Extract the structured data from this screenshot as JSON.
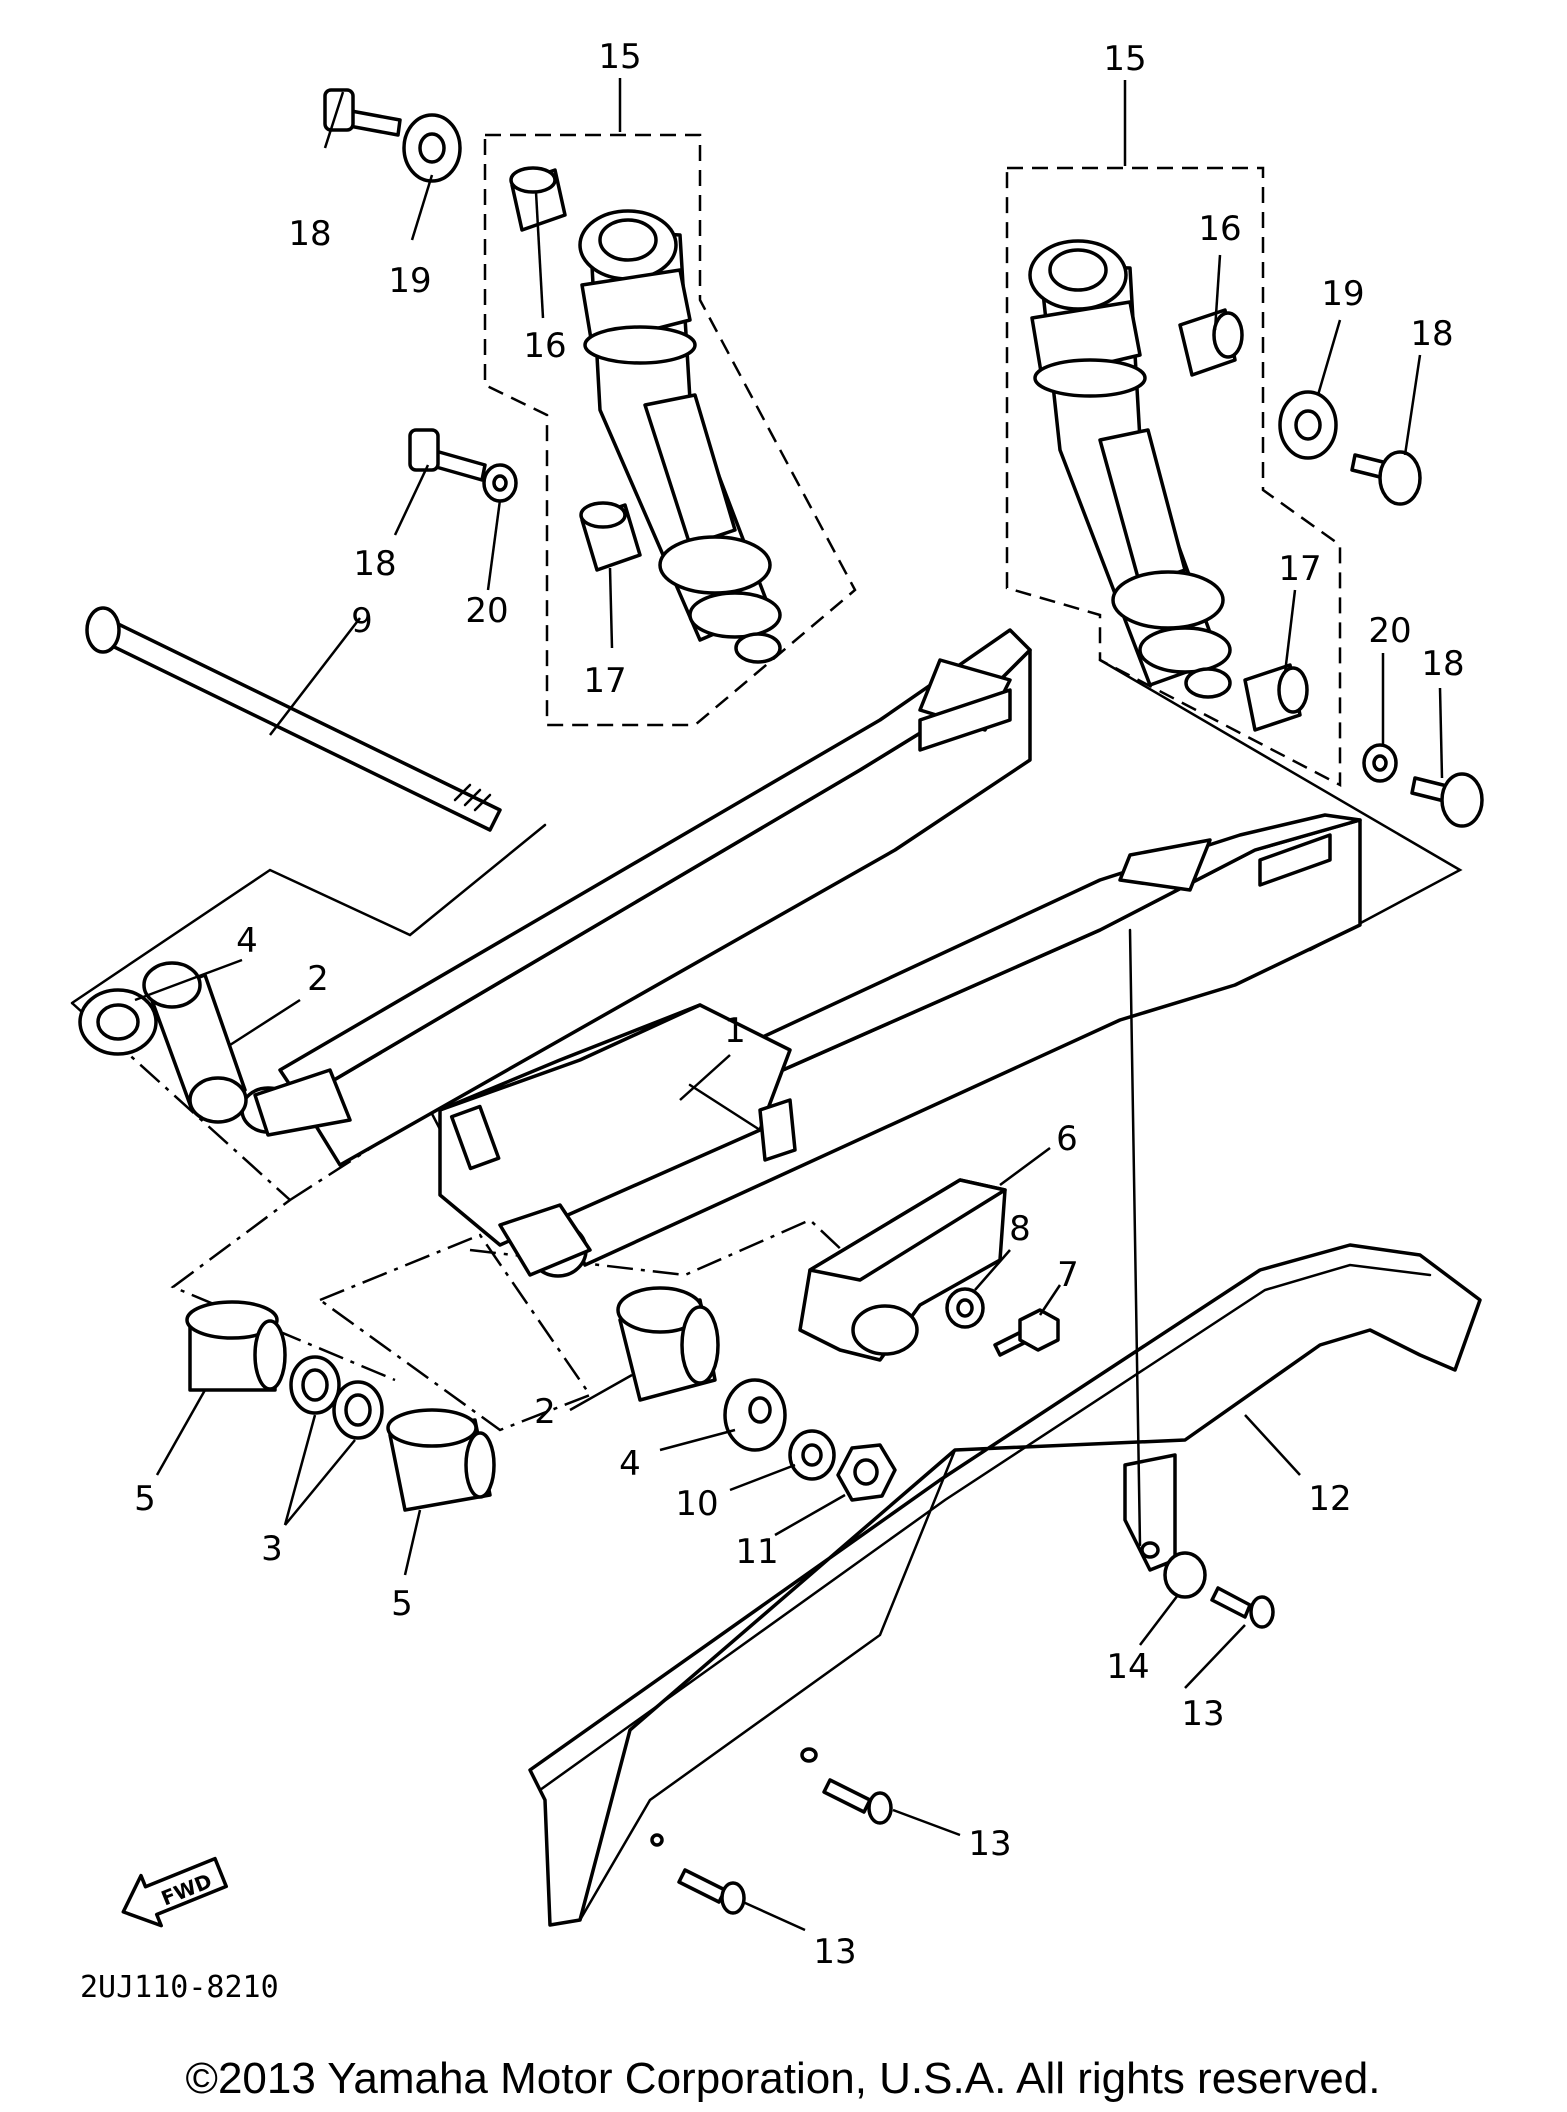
{
  "diagram_code": "2UJ110-8210",
  "copyright": "©2013 Yamaha Motor Corporation, U.S.A. All rights reserved.",
  "fwd_label": "FWD",
  "callouts": {
    "c1": "1",
    "c2a": "2",
    "c2b": "2",
    "c3": "3",
    "c4a": "4",
    "c4b": "4",
    "c5a": "5",
    "c5b": "5",
    "c6": "6",
    "c7": "7",
    "c8": "8",
    "c9": "9",
    "c10": "10",
    "c11": "11",
    "c12": "12",
    "c13a": "13",
    "c13b": "13",
    "c13c": "13",
    "c14": "14",
    "c15a": "15",
    "c15b": "15",
    "c16a": "16",
    "c16b": "16",
    "c17a": "17",
    "c17b": "17",
    "c18a": "18",
    "c18b": "18",
    "c18c": "18",
    "c18d": "18",
    "c19a": "19",
    "c19b": "19",
    "c20a": "20",
    "c20b": "20"
  }
}
